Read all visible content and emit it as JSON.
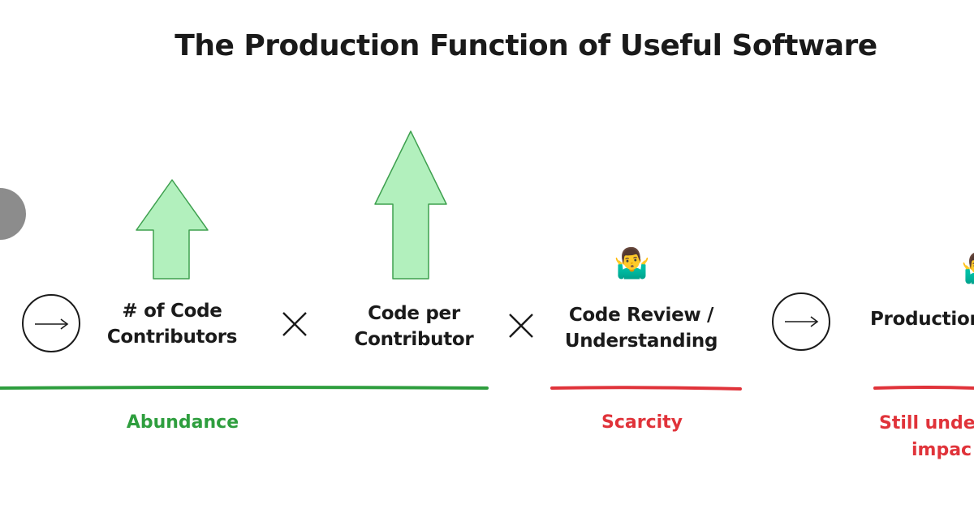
{
  "title": "The Production Function of Useful Software",
  "factors": [
    {
      "line1": "# of Code",
      "line2": "Contributors"
    },
    {
      "line1": "Code per",
      "line2": "Contributor"
    },
    {
      "line1": "Code Review /",
      "line2": "Understanding"
    },
    {
      "line1": "Production"
    }
  ],
  "operators": [
    "×",
    "×"
  ],
  "groups": [
    {
      "label": "Abundance"
    },
    {
      "label": "Scarcity"
    },
    {
      "line1": "Still unde",
      "line2": "impac"
    }
  ],
  "emojis": [
    "🤷‍♂️",
    "🤷‍♂️"
  ],
  "icons": {
    "arrow_circle": "arrow-right-circle-icon",
    "up_arrow": "up-arrow-icon",
    "shrug": "shrug-emoji"
  },
  "colors": {
    "green_line": "#2e9e3e",
    "red_line": "#e0333a",
    "arrow_fill": "#b2f0bd",
    "arrow_stroke": "#3ea04f",
    "text": "#1a1a1a"
  }
}
